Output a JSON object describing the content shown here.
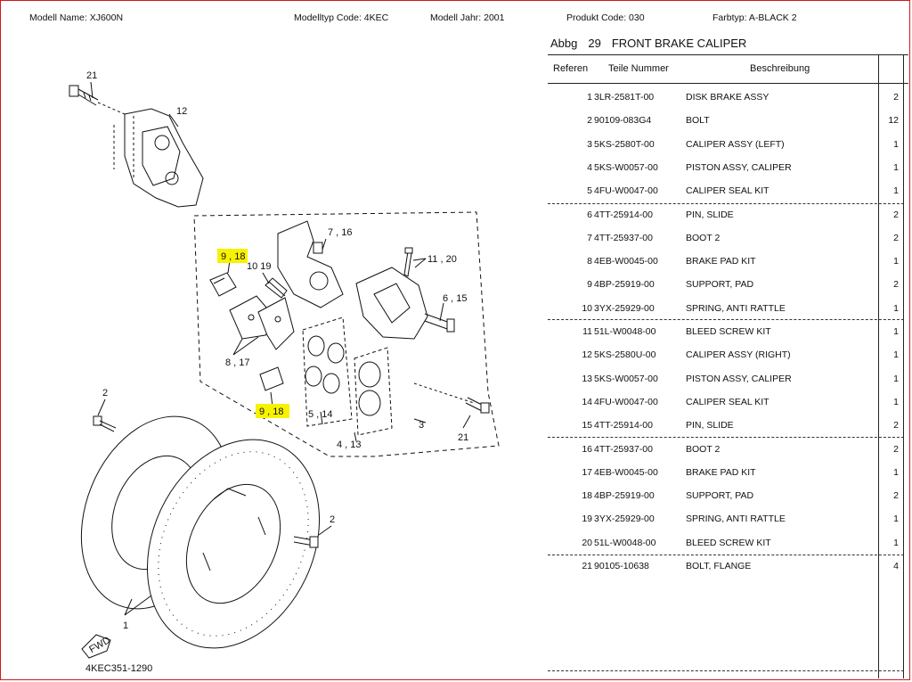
{
  "header": {
    "model_name": "Modell Name:  XJ600N",
    "model_type": "Modelltyp Code:  4KEC",
    "model_year": "Modell Jahr:  2001",
    "product_code": "Produkt Code:  030",
    "color": "Farbtyp:  A-BLACK 2"
  },
  "section": {
    "prefix": "Abbg",
    "number": "29",
    "title": "FRONT BRAKE CALIPER"
  },
  "columns": {
    "ref": "Referen",
    "part": "Teile Nummer",
    "desc": "Beschreibung"
  },
  "parts": [
    {
      "ref": "1",
      "part": "3LR-2581T-00",
      "desc": "DISK BRAKE ASSY",
      "qty": "2"
    },
    {
      "ref": "2",
      "part": "90109-083G4",
      "desc": "BOLT",
      "qty": "12"
    },
    {
      "ref": "3",
      "part": "5KS-2580T-00",
      "desc": "CALIPER ASSY (LEFT)",
      "qty": "1"
    },
    {
      "ref": "4",
      "part": "5KS-W0057-00",
      "desc": "PISTON ASSY, CALIPER",
      "qty": "1"
    },
    {
      "ref": "5",
      "part": "4FU-W0047-00",
      "desc": "CALIPER SEAL KIT",
      "qty": "1"
    },
    {
      "ref": "6",
      "part": "4TT-25914-00",
      "desc": "PIN, SLIDE",
      "qty": "2"
    },
    {
      "ref": "7",
      "part": "4TT-25937-00",
      "desc": "BOOT 2",
      "qty": "2"
    },
    {
      "ref": "8",
      "part": "4EB-W0045-00",
      "desc": "BRAKE PAD KIT",
      "qty": "1"
    },
    {
      "ref": "9",
      "part": "4BP-25919-00",
      "desc": "SUPPORT, PAD",
      "qty": "2"
    },
    {
      "ref": "10",
      "part": "3YX-25929-00",
      "desc": "SPRING, ANTI RATTLE",
      "qty": "1"
    },
    {
      "ref": "11",
      "part": "51L-W0048-00",
      "desc": "BLEED SCREW KIT",
      "qty": "1"
    },
    {
      "ref": "12",
      "part": "5KS-2580U-00",
      "desc": "CALIPER ASSY (RIGHT)",
      "qty": "1"
    },
    {
      "ref": "13",
      "part": "5KS-W0057-00",
      "desc": "PISTON ASSY, CALIPER",
      "qty": "1"
    },
    {
      "ref": "14",
      "part": "4FU-W0047-00",
      "desc": "CALIPER SEAL KIT",
      "qty": "1"
    },
    {
      "ref": "15",
      "part": "4TT-25914-00",
      "desc": "PIN, SLIDE",
      "qty": "2"
    },
    {
      "ref": "16",
      "part": "4TT-25937-00",
      "desc": "BOOT 2",
      "qty": "2"
    },
    {
      "ref": "17",
      "part": "4EB-W0045-00",
      "desc": "BRAKE PAD KIT",
      "qty": "1"
    },
    {
      "ref": "18",
      "part": "4BP-25919-00",
      "desc": "SUPPORT, PAD",
      "qty": "2"
    },
    {
      "ref": "19",
      "part": "3YX-25929-00",
      "desc": "SPRING, ANTI RATTLE",
      "qty": "1"
    },
    {
      "ref": "20",
      "part": "51L-W0048-00",
      "desc": "BLEED SCREW KIT",
      "qty": "1"
    },
    {
      "ref": "21",
      "part": "90105-10638",
      "desc": "BOLT, FLANGE",
      "qty": "4"
    }
  ],
  "diagram": {
    "labels": {
      "l21a": "21",
      "l12": "12",
      "l9_18a": "9 , 18",
      "l7_16": "7 , 16",
      "l10_19": "10  19",
      "l11_20": "11 , 20",
      "l6_15": "6 , 15",
      "l8_17": "8 , 17",
      "l9_18b": "9 , 18",
      "l5_14": "5 , 14",
      "l4_13": "4 , 13",
      "l3": "3",
      "l21b": "21",
      "l2a": "2",
      "l2b": "2",
      "l1": "1",
      "fwd": "FWD",
      "code": "4KEC351-1290"
    },
    "highlight_color": "#f7f200"
  }
}
